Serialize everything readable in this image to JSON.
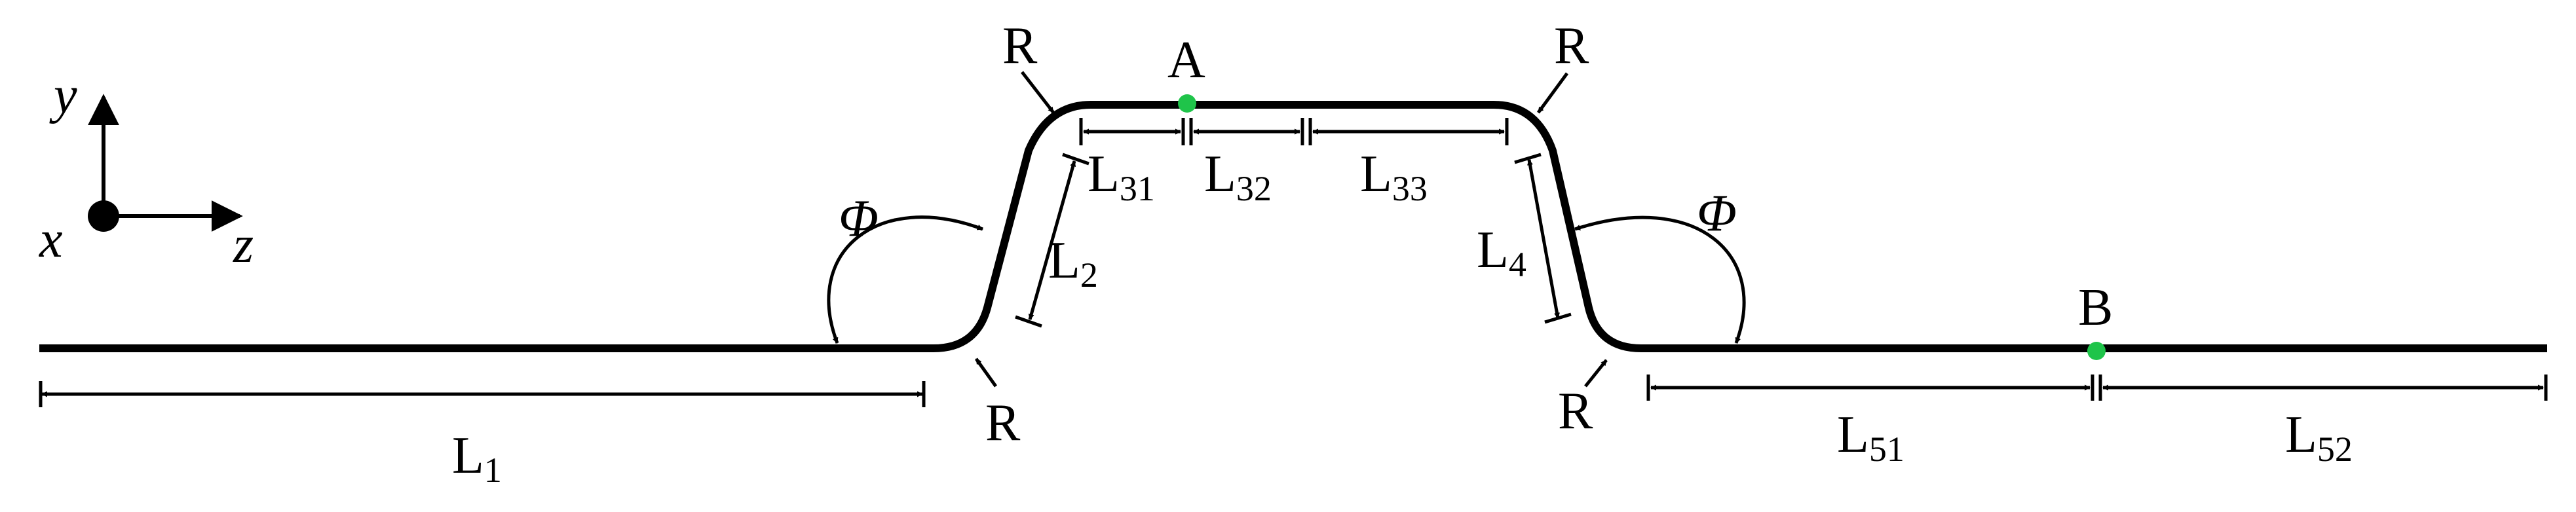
{
  "axes": {
    "y": "y",
    "x": "x",
    "z": "z"
  },
  "angle_symbol": "Φ",
  "radius_label": "R",
  "points": {
    "A": "A",
    "B": "B"
  },
  "segments": [
    {
      "id": "L1",
      "main": "L",
      "sub": "1"
    },
    {
      "id": "L2",
      "main": "L",
      "sub": "2"
    },
    {
      "id": "L31",
      "main": "L",
      "sub": "31"
    },
    {
      "id": "L32",
      "main": "L",
      "sub": "32"
    },
    {
      "id": "L33",
      "main": "L",
      "sub": "33"
    },
    {
      "id": "L4",
      "main": "L",
      "sub": "4"
    },
    {
      "id": "L51",
      "main": "L",
      "sub": "51"
    },
    {
      "id": "L52",
      "main": "L",
      "sub": "52"
    }
  ],
  "colors": {
    "line": "#000000",
    "point": "#1fc44a"
  }
}
